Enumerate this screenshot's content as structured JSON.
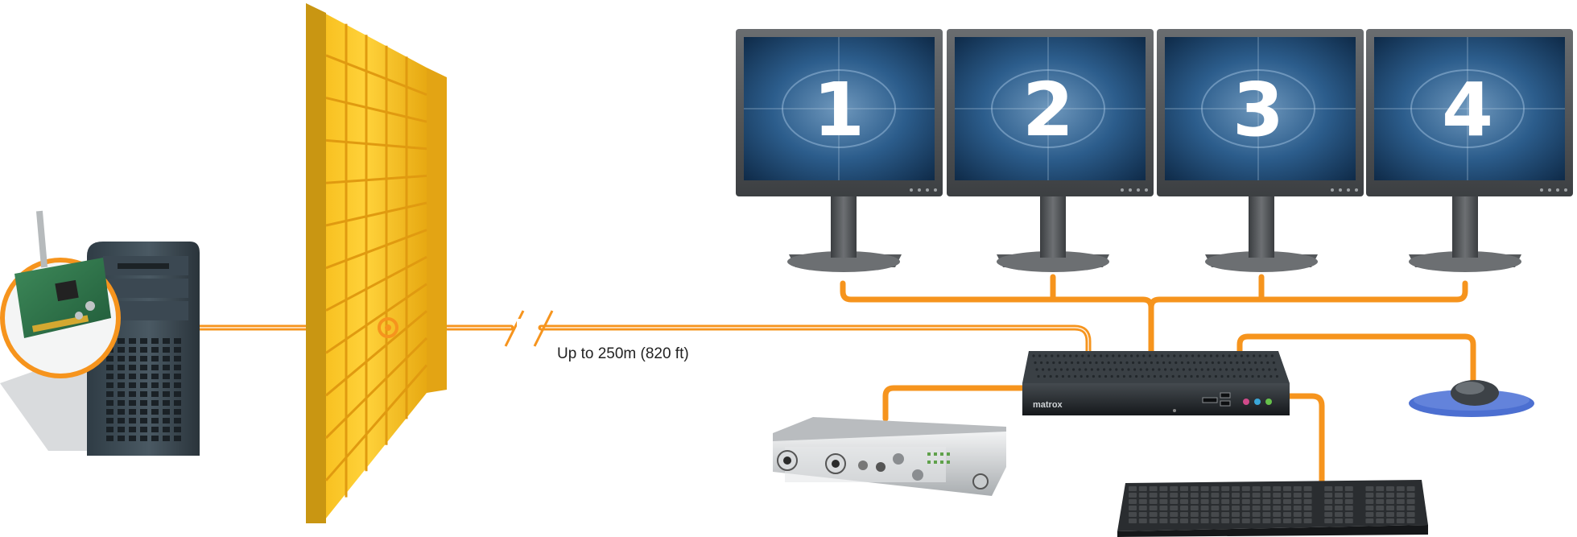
{
  "diagram": {
    "distance_label": "Up to 250m (820 ft)",
    "brand_label": "matrox",
    "monitors": [
      {
        "number": "1"
      },
      {
        "number": "2"
      },
      {
        "number": "3"
      },
      {
        "number": "4"
      }
    ],
    "colors": {
      "cable": "#f6941d",
      "firewall": "#f7c21a",
      "firewall_dark": "#c99612",
      "screen": "#1d4d7a",
      "device_dark": "#1f2428",
      "bezel": "#4a4d50",
      "mousepad": "#4c6fd1"
    }
  }
}
